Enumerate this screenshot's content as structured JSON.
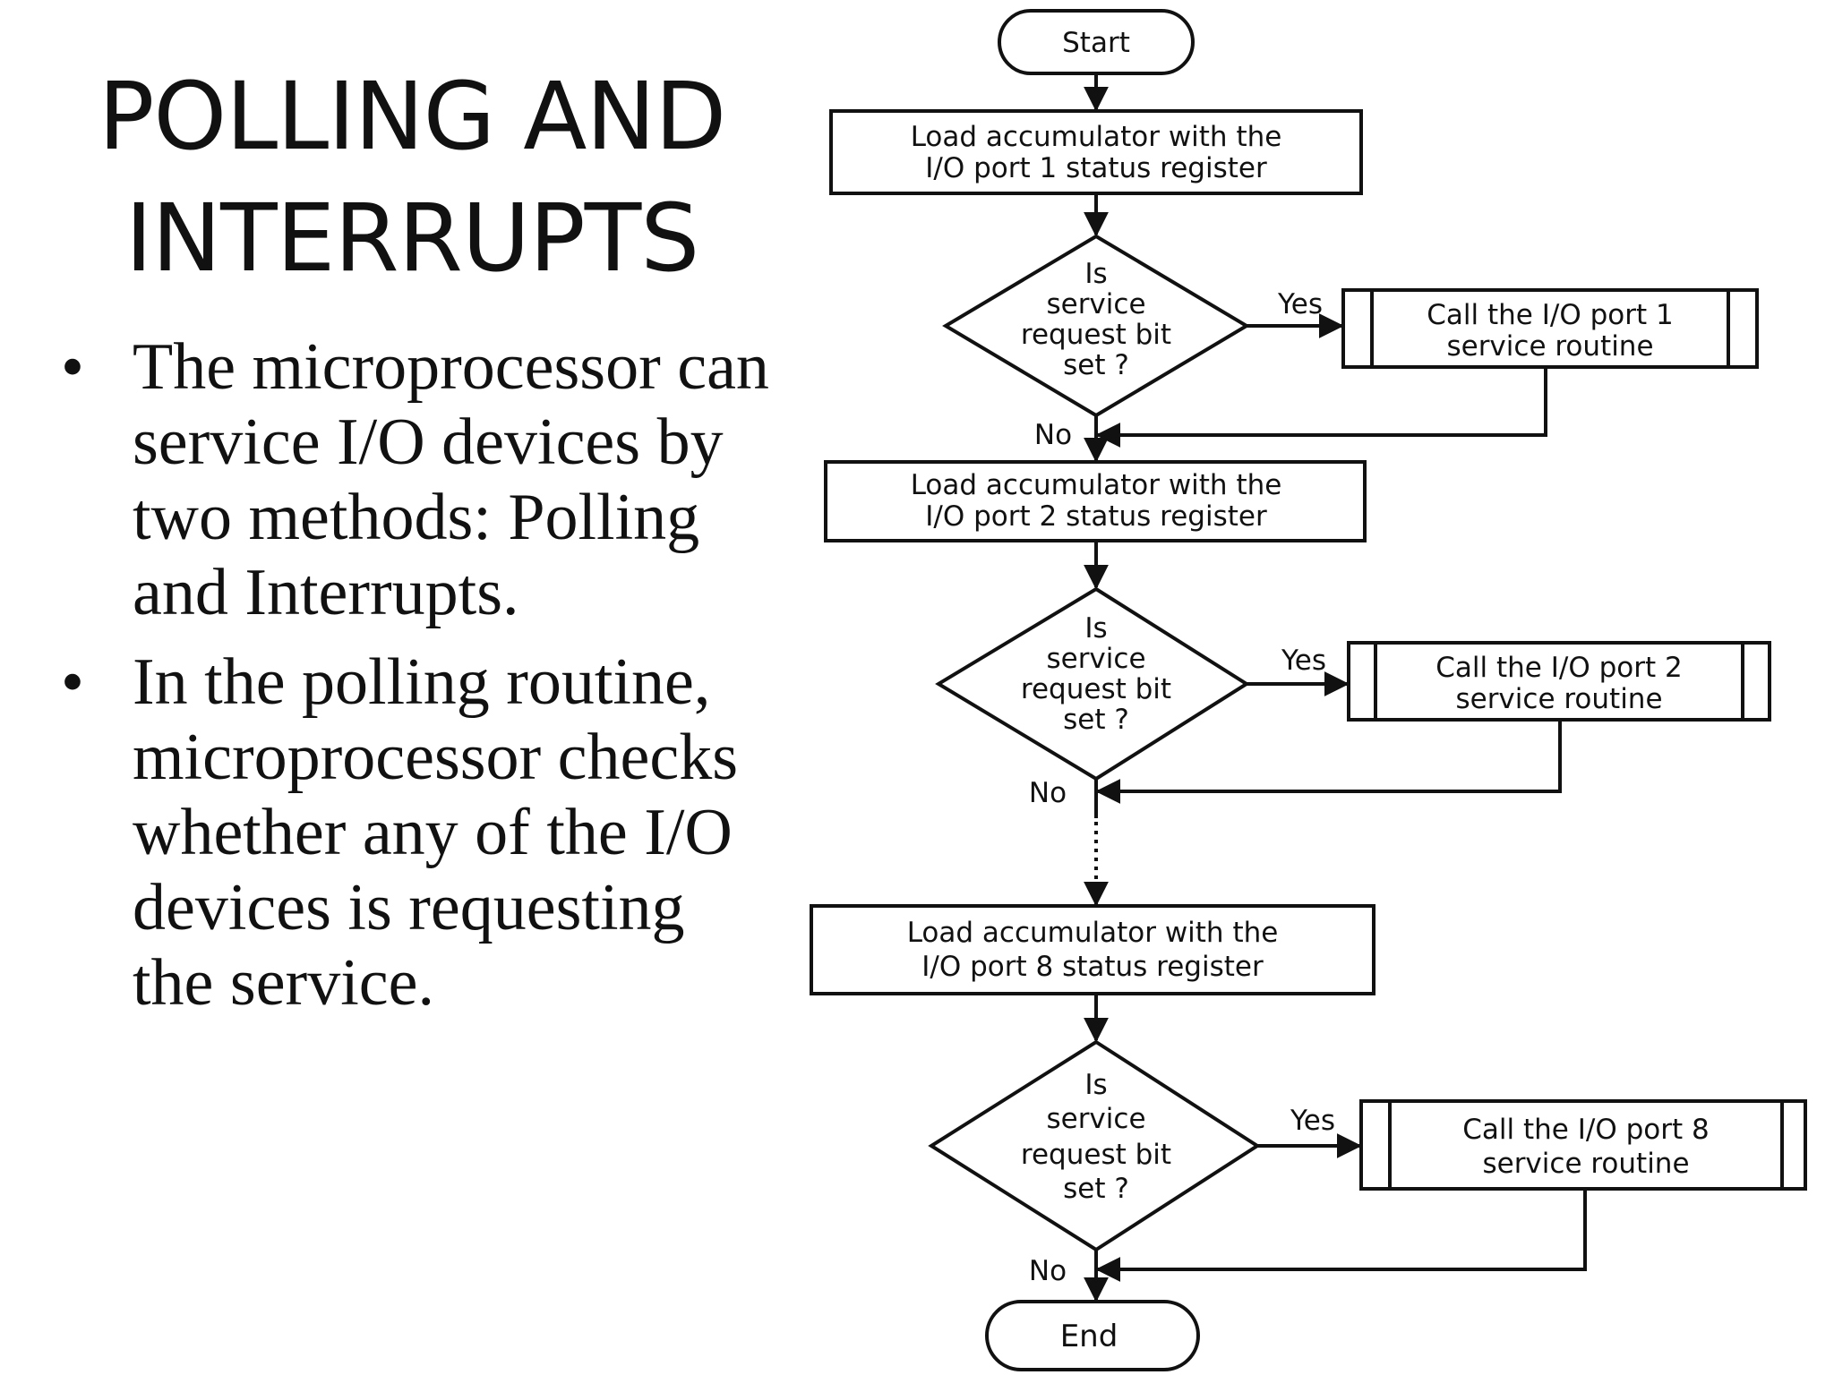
{
  "slide": {
    "title_line1": "POLLING AND",
    "title_line2": "INTERRUPTS",
    "bullets": [
      "The microprocessor can service I/O devices by two methods: Polling and Interrupts.",
      "In the polling routine, microprocessor checks whether any of the I/O devices is requesting the service."
    ],
    "bullet_symbol": "•"
  },
  "flowchart": {
    "start": "Start",
    "end": "End",
    "steps": [
      {
        "load_line1": "Load accumulator with the",
        "load_line2": "I/O port 1 status register",
        "decision": [
          "Is",
          "service",
          "request bit",
          "set ?"
        ],
        "yes": "Yes",
        "no": "No",
        "routine_line1": "Call the I/O port 1",
        "routine_line2": "service routine"
      },
      {
        "load_line1": "Load accumulator with the",
        "load_line2": "I/O port 2 status register",
        "decision": [
          "Is",
          "service",
          "request bit",
          "set ?"
        ],
        "yes": "Yes",
        "no": "No",
        "routine_line1": "Call the I/O port 2",
        "routine_line2": "service routine"
      },
      {
        "load_line1": "Load accumulator with the",
        "load_line2": "I/O port 8 status register",
        "decision": [
          "Is",
          "service",
          "request bit",
          "set ?"
        ],
        "yes": "Yes",
        "no": "No",
        "routine_line1": "Call the I/O port 8",
        "routine_line2": "service routine"
      }
    ]
  }
}
